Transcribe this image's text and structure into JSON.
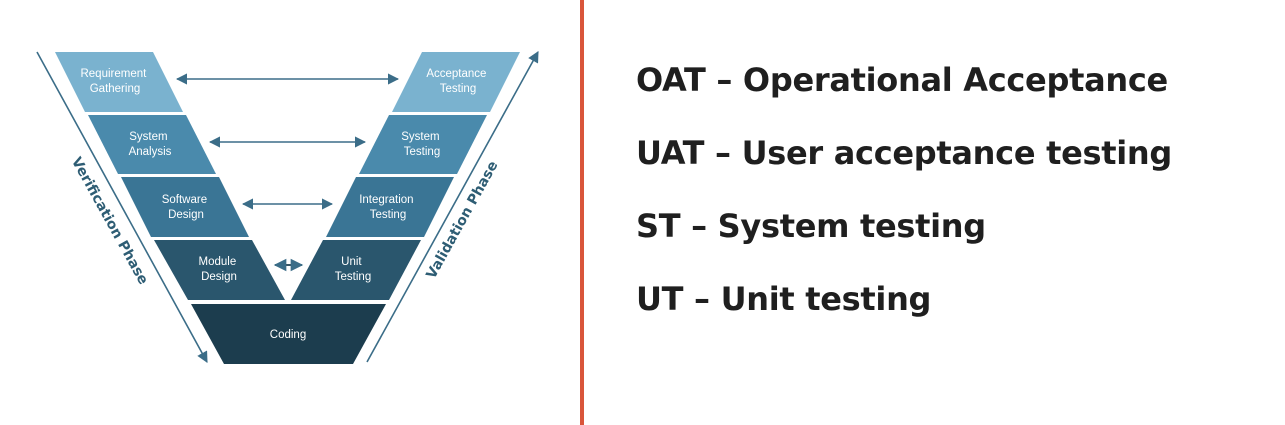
{
  "diagram": {
    "left_stages": [
      {
        "line1": "Requirement",
        "line2": "Gathering"
      },
      {
        "line1": "System",
        "line2": "Analysis"
      },
      {
        "line1": "Software",
        "line2": "Design"
      },
      {
        "line1": "Module",
        "line2": "Design"
      }
    ],
    "right_stages": [
      {
        "line1": "Acceptance",
        "line2": "Testing"
      },
      {
        "line1": "System",
        "line2": "Testing"
      },
      {
        "line1": "Integration",
        "line2": "Testing"
      },
      {
        "line1": "Unit",
        "line2": "Testing"
      }
    ],
    "bottom_stage": "Coding",
    "verification_phase": "Verification Phase",
    "validation_phase": "Validation Phase",
    "colors": {
      "tier1": "#7ab2cf",
      "tier2": "#4a8aac",
      "tier3": "#3a7595",
      "tier4": "#2a566d",
      "tier5": "#1c3d4e",
      "arrow": "#3b6d88",
      "divider": "#d9553a"
    }
  },
  "legend": [
    "OAT – Operational Acceptance",
    "UAT – User acceptance testing",
    "ST – System testing",
    "UT – Unit testing"
  ]
}
